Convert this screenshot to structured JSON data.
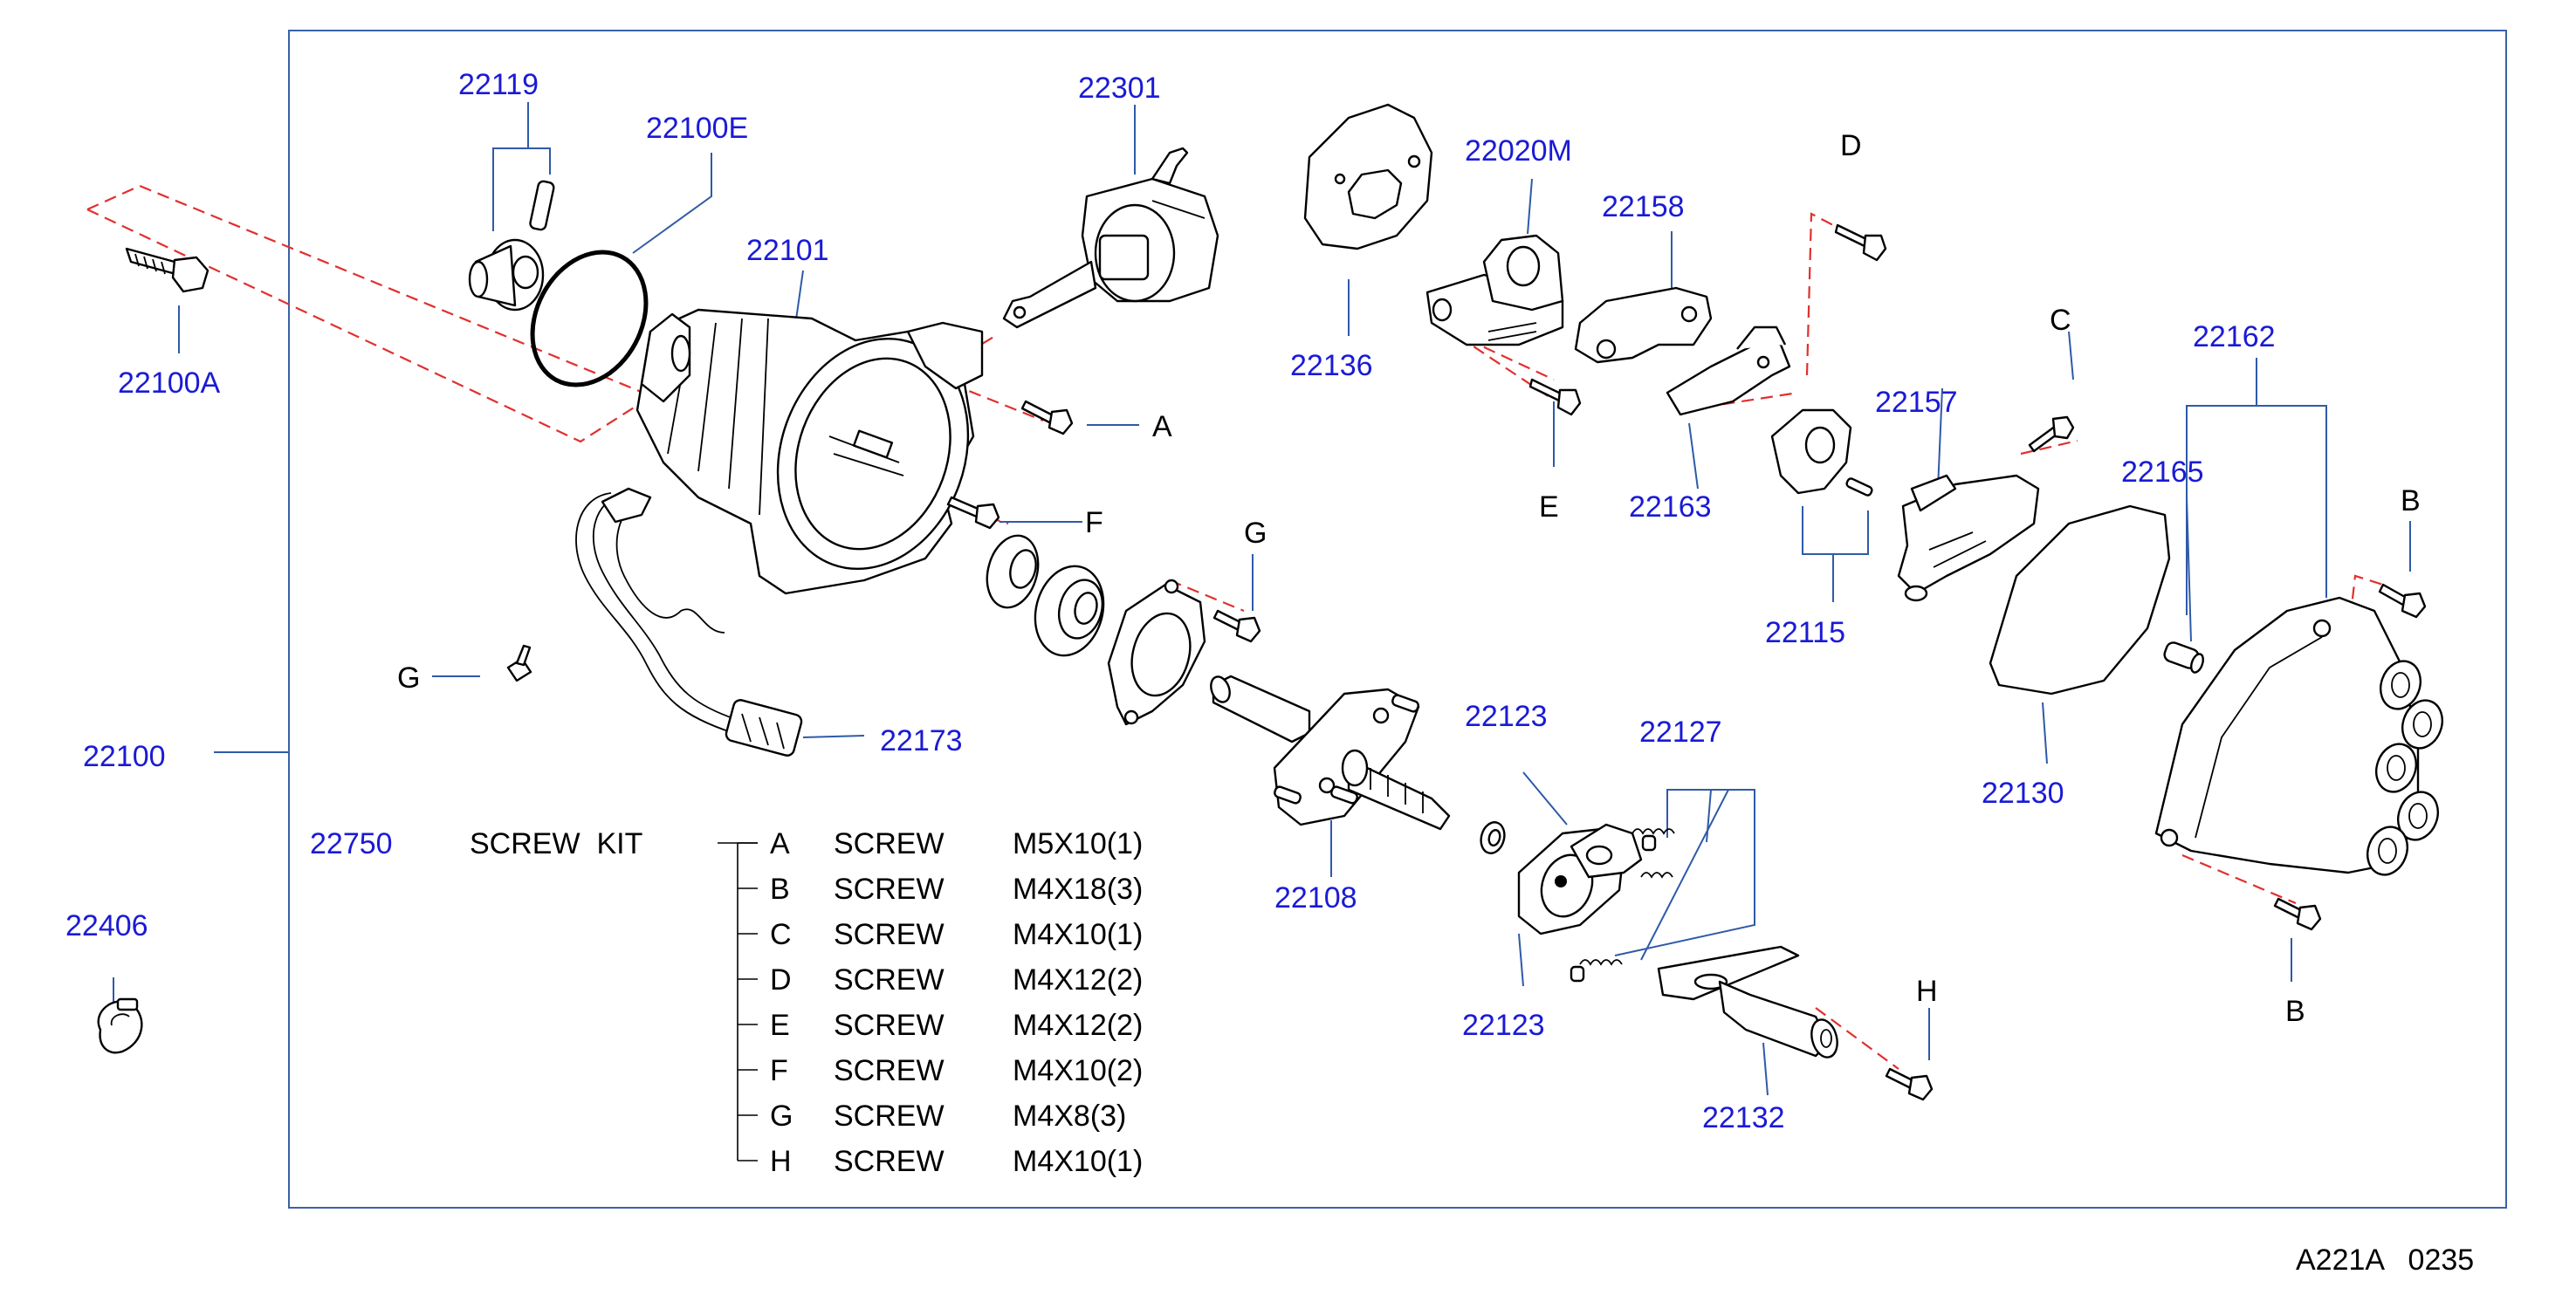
{
  "labels": {
    "p22119": "22119",
    "p22100E": "22100E",
    "p22301": "22301",
    "p22101": "22101",
    "p22100A": "22100A",
    "p22136": "22136",
    "p22020M": "22020M",
    "p22158": "22158",
    "p22163": "22163",
    "p22157": "22157",
    "p22162": "22162",
    "p22165": "22165",
    "p22115": "22115",
    "p22130": "22130",
    "p22173": "22173",
    "p22100": "22100",
    "p22108": "22108",
    "p22123a": "22123",
    "p22123b": "22123",
    "p22127": "22127",
    "p22132": "22132",
    "p22406": "22406",
    "p22750": "22750"
  },
  "letters": {
    "A": "A",
    "B1": "B",
    "B2": "B",
    "C": "C",
    "D": "D",
    "E": "E",
    "F1": "F",
    "G1": "G",
    "G2": "G",
    "H": "H"
  },
  "kit": {
    "title": "SCREW  KIT",
    "rows": [
      {
        "letter": "A",
        "name": "SCREW",
        "spec": "M5X10(1)"
      },
      {
        "letter": "B",
        "name": "SCREW",
        "spec": "M4X18(3)"
      },
      {
        "letter": "C",
        "name": "SCREW",
        "spec": "M4X10(1)"
      },
      {
        "letter": "D",
        "name": "SCREW",
        "spec": "M4X12(2)"
      },
      {
        "letter": "E",
        "name": "SCREW",
        "spec": "M4X12(2)"
      },
      {
        "letter": "F",
        "name": "SCREW",
        "spec": "M4X10(2)"
      },
      {
        "letter": "G",
        "name": "SCREW",
        "spec": "M4X8(3)"
      },
      {
        "letter": "H",
        "name": "SCREW",
        "spec": "M4X10(1)"
      }
    ]
  },
  "diagram_code": "A221A   0235",
  "colors": {
    "label": "#1a1ad6",
    "frame": "#3a62a8",
    "dashed_leader": "#e0302e",
    "ink": "#000000"
  }
}
